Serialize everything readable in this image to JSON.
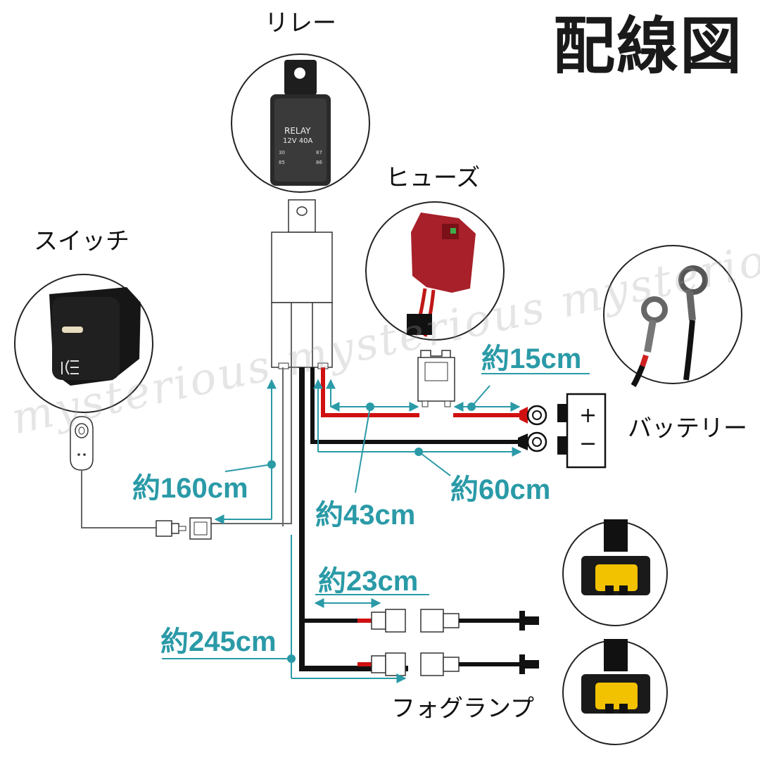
{
  "title": "配線図",
  "labels": {
    "relay": "リレー",
    "fuse": "ヒューズ",
    "switch": "スイッチ",
    "battery": "バッテリー",
    "fog_lamp": "フォグランプ"
  },
  "relay_text": {
    "name": "RELAY",
    "rating": "12V 40A",
    "pin30": "30",
    "pin87": "87",
    "pin85": "85",
    "pin86": "86"
  },
  "battery_symbols": {
    "plus": "+",
    "minus": "−"
  },
  "measurements": {
    "m15": "約15cm",
    "m160": "約160cm",
    "m43": "約43cm",
    "m60": "約60cm",
    "m23": "約23cm",
    "m245": "約245cm"
  },
  "watermark": "mysterious mysterious mysterious",
  "colors": {
    "accent": "#2a9aa7",
    "red_wire": "#e01010",
    "black_wire": "#111111",
    "fuse_red": "#a8202a",
    "fog_yellow": "#f2c200"
  },
  "icons": [
    "relay-photo",
    "fuse-photo",
    "switch-photo",
    "terminal-photo",
    "fog-connector-photo"
  ]
}
